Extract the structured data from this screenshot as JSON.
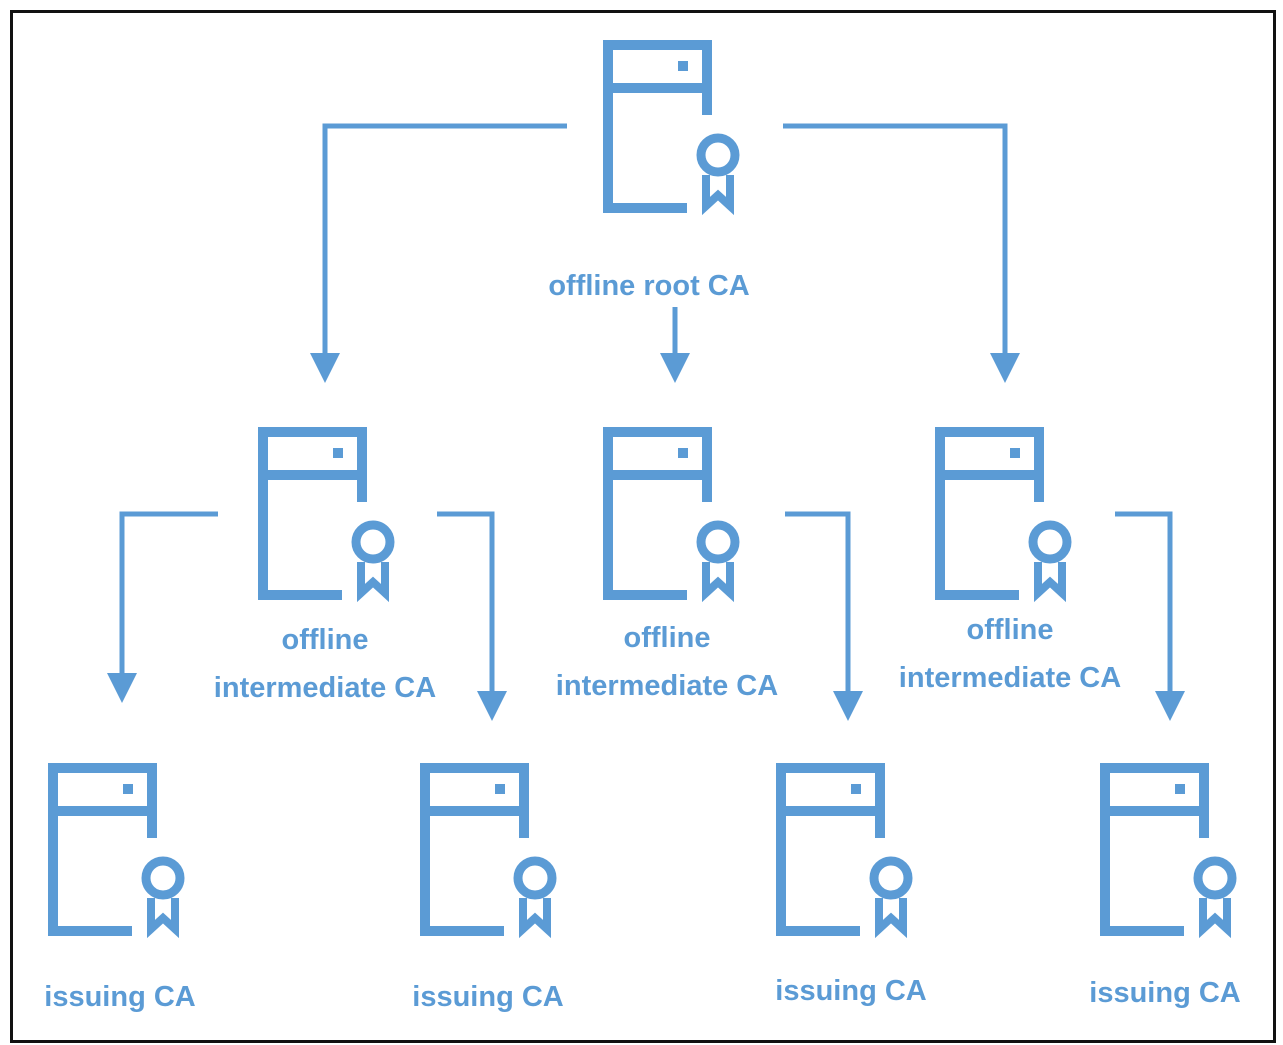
{
  "colors": {
    "accent": "#5b9bd5",
    "border": "#111111"
  },
  "icon": "server-certificate-icon",
  "nodes": {
    "root": {
      "label": "offline root CA"
    },
    "intermediates": [
      {
        "line1": "offline",
        "line2": "intermediate CA"
      },
      {
        "line1": "offline",
        "line2": "intermediate CA"
      },
      {
        "line1": "offline",
        "line2": "intermediate CA"
      }
    ],
    "issuing": [
      {
        "label": "issuing CA"
      },
      {
        "label": "issuing CA"
      },
      {
        "label": "issuing CA"
      },
      {
        "label": "issuing CA"
      }
    ]
  }
}
